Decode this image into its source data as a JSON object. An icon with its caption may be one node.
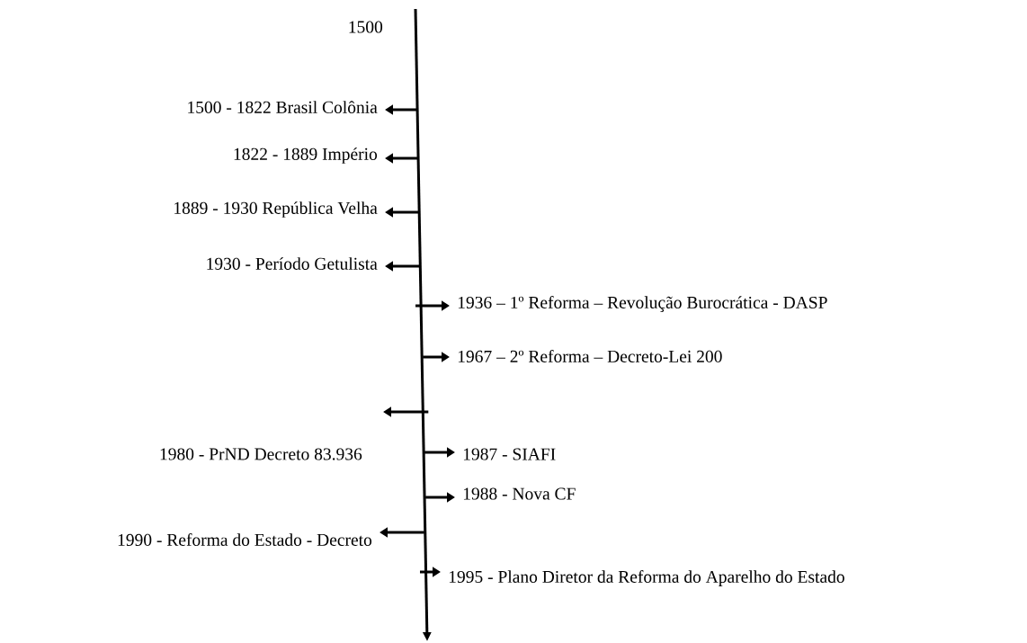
{
  "diagram": {
    "nodes": [
      {
        "text": [
          "1500 - 1822 Brasil Colônia"
        ]
      },
      {
        "text": [
          "1822 - 1889 Império"
        ]
      },
      {
        "text": [
          "1889 - 1930 República Velha"
        ]
      },
      {
        "text": [
          "1930 - Período Getulista"
        ]
      },
      {
        "text": [
          "1936 – 1º Reforma – Revolução Burocrática - DASP"
        ]
      },
      {
        "text": [
          "1967 – 2º Reforma – Decreto-Lei 200"
        ]
      },
      {
        "text": [
          "1987 - SIAFI"
        ]
      },
      {
        "text": [
          "1988 - Nova CF"
        ]
      },
      {
        "text": [
          "1990 - Reforma do Estado - Decreto"
        ]
      },
      {
        "text": [
          "1995 - Plano Diretor da Reforma do Aparelho do Estado"
        ]
      }
    ],
    "edges": [
      {
        "from": null,
        "to": 0,
        "arrow": "to"
      },
      {
        "from": null,
        "to": 1,
        "arrow": "to"
      },
      {
        "from": null,
        "to": 2,
        "arrow": "to"
      },
      {
        "from": null,
        "to": 3,
        "arrow": "to"
      },
      {
        "from": null,
        "to": 4,
        "arrow": "to"
      },
      {
        "from": null,
        "to": 5,
        "arrow": "to"
      },
      {
        "from": null,
        "to": 6,
        "arrow": "to"
      },
      {
        "from": null,
        "to": 7,
        "arrow": "to"
      },
      {
        "from": null,
        "to": 8,
        "arrow": "to"
      },
      {
        "from": null,
        "to": 9,
        "arrow": "to"
      }
    ],
    "labels": [
      "1500",
      "1980 - PrND Decreto 83.936"
    ]
  }
}
